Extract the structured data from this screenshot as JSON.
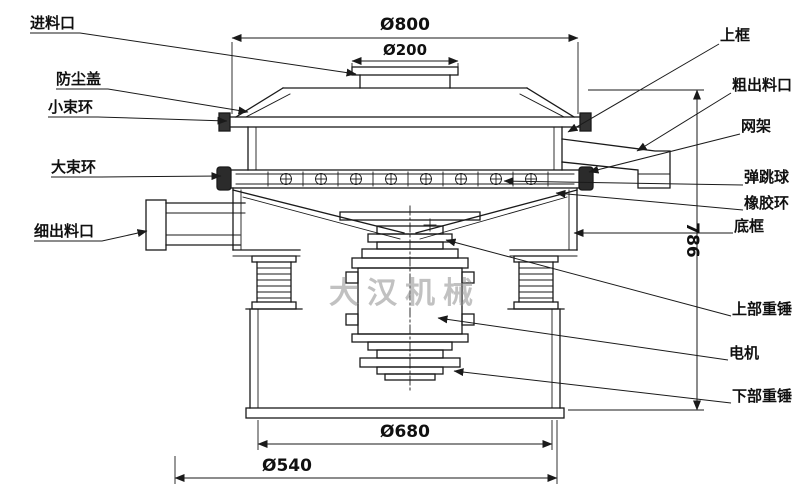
{
  "diagram": {
    "watermark": "大汉机械",
    "dimensions": {
      "top": "Ø800",
      "inlet": "Ø200",
      "height": "786",
      "base": "Ø680",
      "bottom": "Ø540"
    },
    "left_labels": [
      {
        "id": "feed-inlet",
        "text": "进料口"
      },
      {
        "id": "dust-cover",
        "text": "防尘盖"
      },
      {
        "id": "small-clamp-ring",
        "text": "小束环"
      },
      {
        "id": "large-clamp-ring",
        "text": "大束环"
      },
      {
        "id": "fine-outlet",
        "text": "细出料口"
      }
    ],
    "right_labels": [
      {
        "id": "upper-frame",
        "text": "上框"
      },
      {
        "id": "coarse-outlet",
        "text": "粗出料口"
      },
      {
        "id": "mesh-frame",
        "text": "网架"
      },
      {
        "id": "bouncing-ball",
        "text": "弹跳球"
      },
      {
        "id": "rubber-ring",
        "text": "橡胶环"
      },
      {
        "id": "bottom-frame",
        "text": "底框"
      },
      {
        "id": "upper-weight",
        "text": "上部重锤"
      },
      {
        "id": "motor",
        "text": "电机"
      },
      {
        "id": "lower-weight",
        "text": "下部重锤"
      }
    ],
    "colors": {
      "line": "#1a1a1a",
      "watermark": "#8f8f8f",
      "background": "#ffffff"
    }
  }
}
